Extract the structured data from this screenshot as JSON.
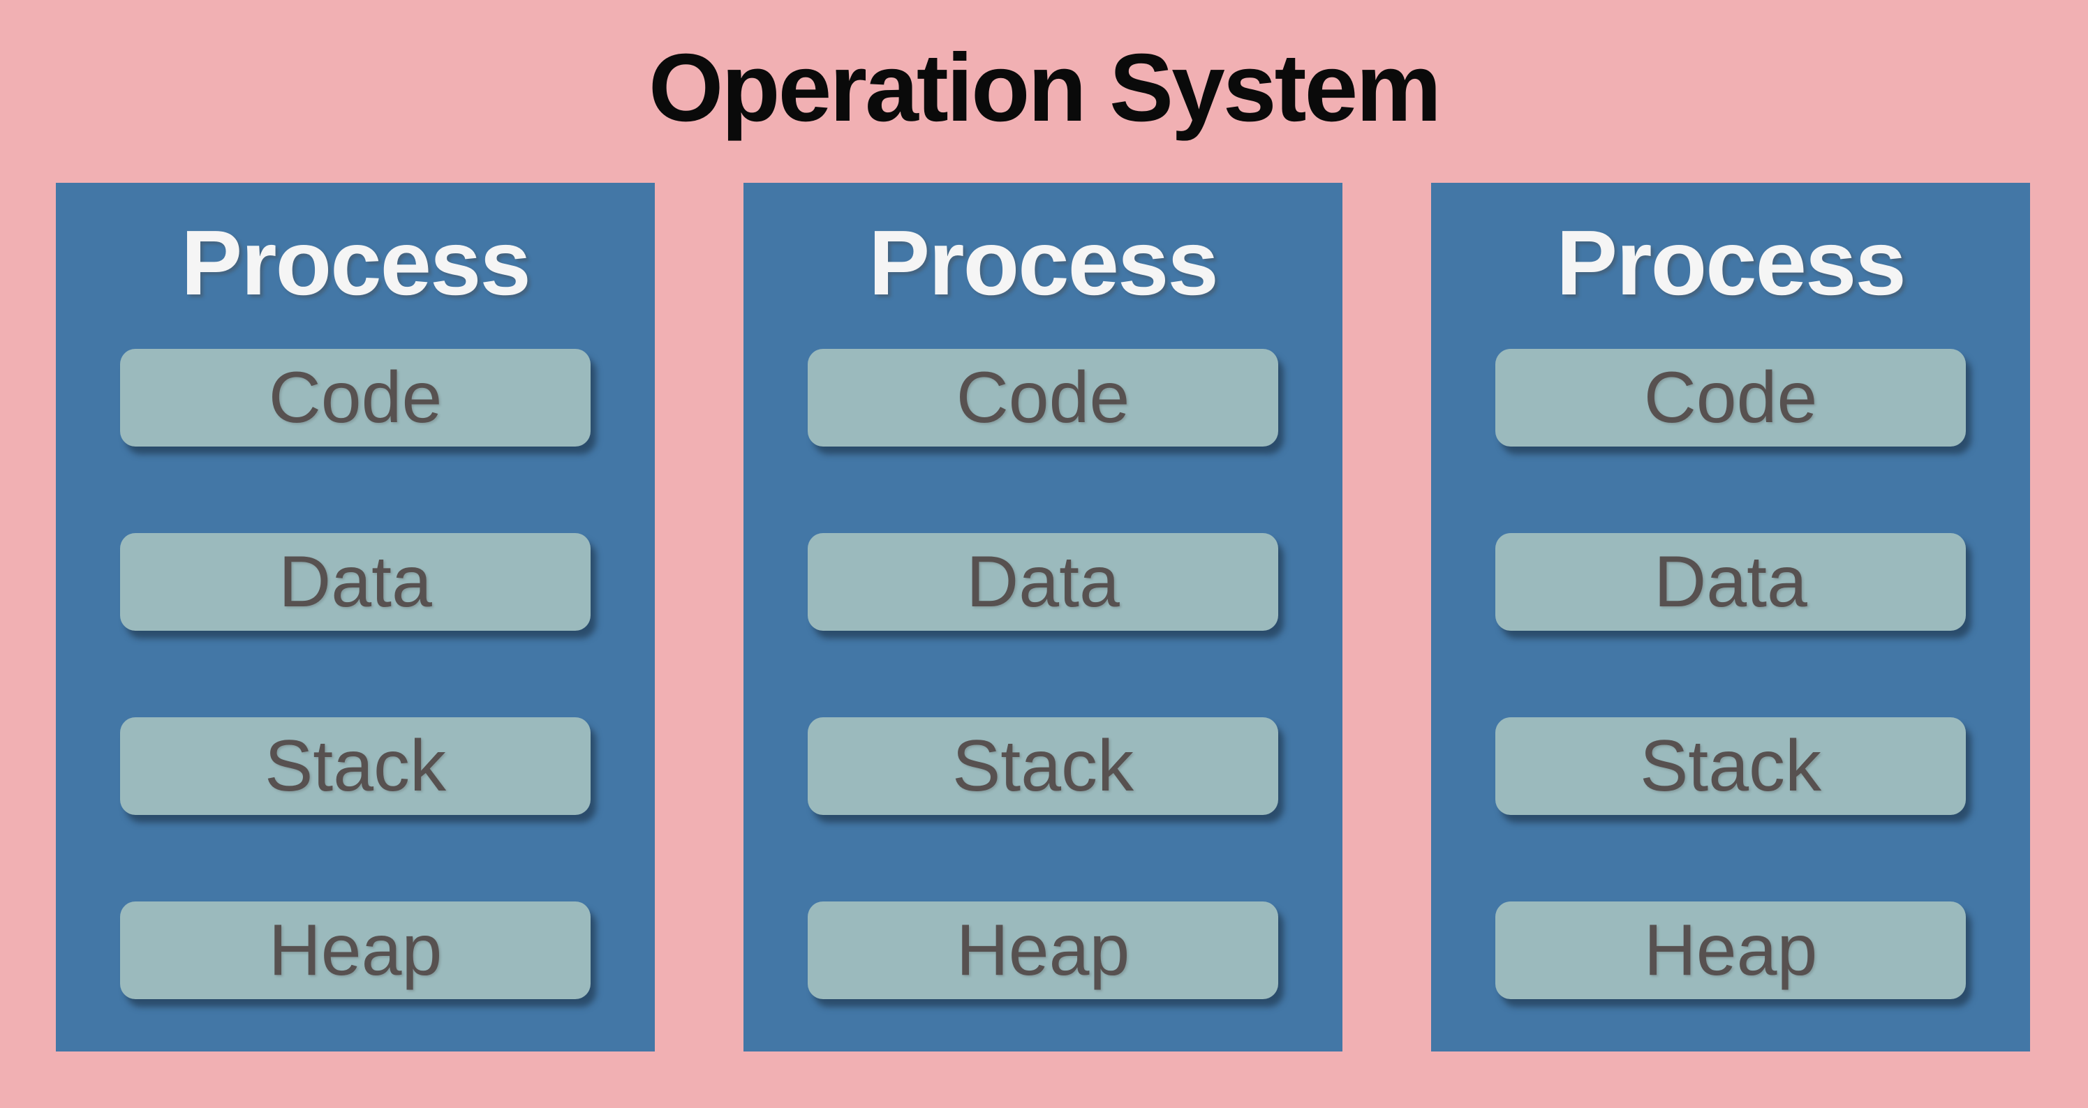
{
  "title": "Operation System",
  "processes": [
    {
      "label": "Process",
      "sections": [
        "Code",
        "Data",
        "Stack",
        "Heap"
      ]
    },
    {
      "label": "Process",
      "sections": [
        "Code",
        "Data",
        "Stack",
        "Heap"
      ]
    },
    {
      "label": "Process",
      "sections": [
        "Code",
        "Data",
        "Stack",
        "Heap"
      ]
    }
  ],
  "colors": {
    "background": "#F1B0B3",
    "process_box": "#4377A6",
    "memory_block": "#9BBABD",
    "memory_block_text": "#575150",
    "process_title_text": "#F5F5F5",
    "main_title_text": "#0A0A0A"
  }
}
